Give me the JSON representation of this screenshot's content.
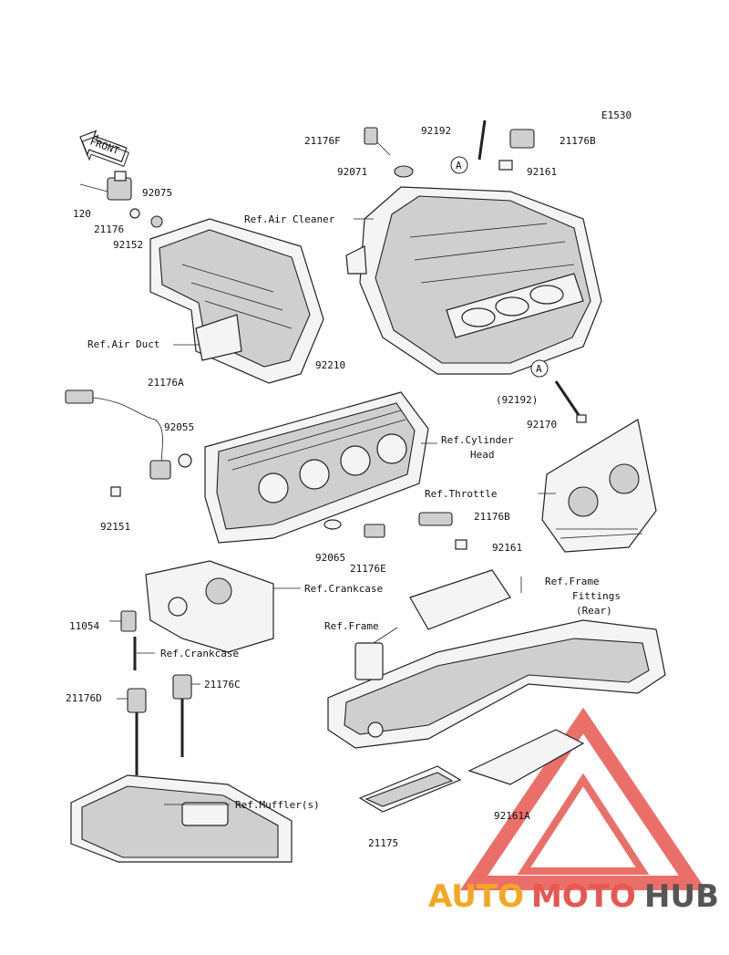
{
  "diagram_code": "E1530",
  "front_label": "FRONT",
  "circle_ref": "A",
  "labels": {
    "p21176F": "21176F",
    "p92192": "92192",
    "p21176B_top": "21176B",
    "p92071": "92071",
    "p92161_top": "92161",
    "ref_air_cleaner": "Ref.Air Cleaner",
    "p120": "120",
    "p21176": "21176",
    "p92152": "92152",
    "p92075": "92075",
    "ref_air_duct": "Ref.Air Duct",
    "p92210": "92210",
    "p92192_paren": "(92192)",
    "p92170": "92170",
    "p21176A": "21176A",
    "p92055": "92055",
    "ref_cylinder_head_1": "Ref.Cylinder",
    "ref_cylinder_head_2": "Head",
    "p92151": "92151",
    "ref_throttle": "Ref.Throttle",
    "p21176B_mid": "21176B",
    "p92065": "92065",
    "p21176E": "21176E",
    "p92161_mid": "92161",
    "ref_frame_fittings_1": "Ref.Frame",
    "ref_frame_fittings_2": "Fittings",
    "ref_frame_fittings_3": "(Rear)",
    "ref_crankcase_1": "Ref.Crankcase",
    "p11054": "11054",
    "ref_frame": "Ref.Frame",
    "ref_crankcase_2": "Ref.Crankcase",
    "p21176D": "21176D",
    "p21176C": "21176C",
    "ref_muffler": "Ref.Muffler(s)",
    "p92161A": "92161A",
    "p21175": "21175"
  },
  "watermark": {
    "part1": "AUTO",
    "part2": "MOTO",
    "part3": "HUB",
    "color_orange": "#f5a623",
    "color_red": "#e8574f",
    "color_gray": "#555555"
  }
}
